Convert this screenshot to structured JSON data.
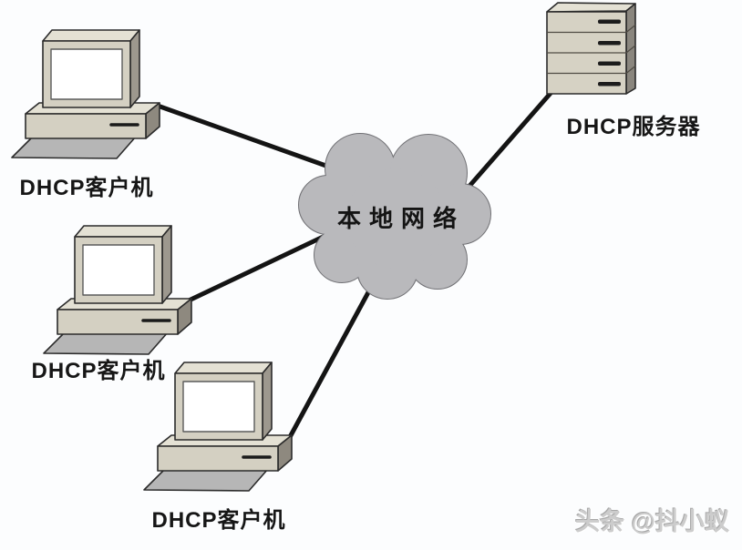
{
  "cloud": {
    "label": "本地网络"
  },
  "server": {
    "label": "DHCP服务器"
  },
  "clients": [
    {
      "label": "DHCP客户机"
    },
    {
      "label": "DHCP客户机"
    },
    {
      "label": "DHCP客户机"
    }
  ],
  "watermark": {
    "text": "头条 @抖小蚁"
  },
  "colors": {
    "device_front": "#d4d0c2",
    "device_top": "#e4e1d4",
    "device_side": "#95908a",
    "keyboard": "#b6b6b6",
    "cloud_fill": "#b9b9bc",
    "cloud_stroke": "#717175",
    "line": "#141414",
    "outline": "#2b2b2b"
  },
  "connections": [
    {
      "from": "client-1",
      "to": "cloud"
    },
    {
      "from": "client-2",
      "to": "cloud"
    },
    {
      "from": "client-3",
      "to": "cloud"
    },
    {
      "from": "server",
      "to": "cloud"
    }
  ]
}
